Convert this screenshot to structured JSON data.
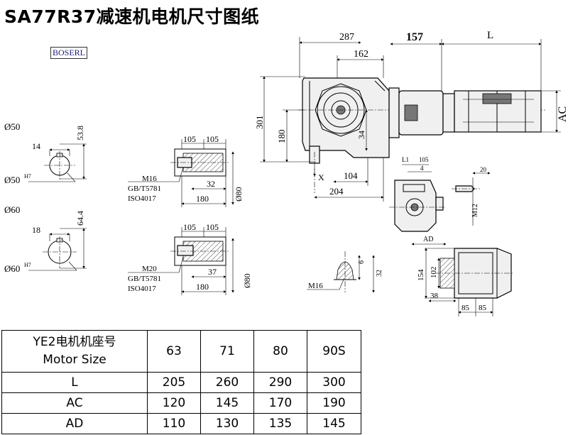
{
  "title": "SA77R37减速机电机尺寸图纸",
  "logo": "BOSERL",
  "shaft_views": {
    "upper": {
      "d": "Ø50",
      "w": "14",
      "h": "53.8",
      "bore": "Ø50",
      "fit": "H7"
    },
    "lower": {
      "d": "Ø60",
      "w": "18",
      "h": "64.4",
      "bore": "Ø60",
      "fit": "H7"
    }
  },
  "shaft_sections": {
    "upper": {
      "d1": "105",
      "d2": "105",
      "thread": "M16",
      "std1": "GB/T5781",
      "std2": "ISO4017",
      "len": "32",
      "total": "180",
      "dia": "Ø80"
    },
    "lower": {
      "d1": "105",
      "d2": "105",
      "thread": "M20",
      "std1": "GB/T5781",
      "std2": "ISO4017",
      "len": "37",
      "total": "180",
      "dia": "Ø80"
    }
  },
  "main_dims": {
    "d287": "287",
    "d162": "162",
    "d157": "157",
    "L": "L",
    "AC": "AC",
    "d301": "301",
    "d180": "180",
    "d34": "34",
    "X": "X",
    "d104": "104",
    "d204": "204"
  },
  "detail_dims": {
    "L1": "L1",
    "d105": "105",
    "d4": "4",
    "d20": "20",
    "M12": "M12",
    "AD": "AD",
    "d154": "154",
    "d102": "102",
    "d38": "38",
    "d85a": "85",
    "d85b": "85",
    "d6": "6",
    "d32": "32",
    "M16": "M16"
  },
  "table": {
    "header_cn": "YE2电机机座号",
    "header_en": "Motor Size",
    "sizes": [
      "63",
      "71",
      "80",
      "90S"
    ],
    "rows": [
      {
        "label": "L",
        "values": [
          "205",
          "260",
          "290",
          "300"
        ]
      },
      {
        "label": "AC",
        "values": [
          "120",
          "145",
          "170",
          "190"
        ]
      },
      {
        "label": "AD",
        "values": [
          "110",
          "130",
          "135",
          "145"
        ]
      }
    ]
  }
}
